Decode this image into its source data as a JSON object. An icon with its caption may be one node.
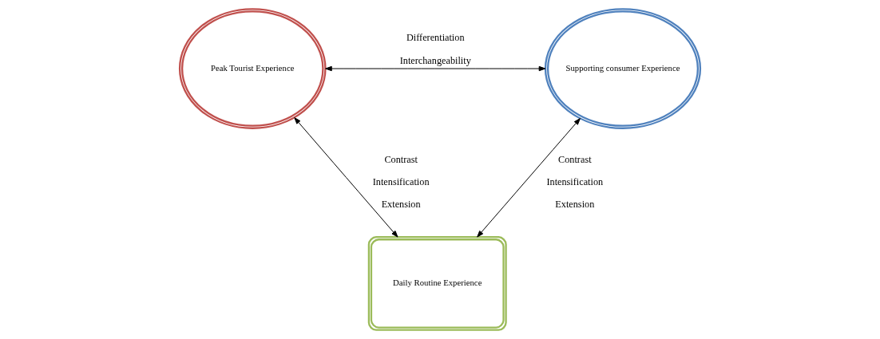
{
  "diagram": {
    "nodes": [
      {
        "text": [
          "Peak Tourist Experience"
        ]
      },
      {
        "text": [
          "Supporting consumer Experience"
        ]
      },
      {
        "text": [
          "Daily Routine Experience"
        ]
      }
    ],
    "edges": [
      {
        "from": 0,
        "to": 1,
        "arrow": "both",
        "label": "Differentiation Interchangeability"
      },
      {
        "from": 0,
        "to": 2,
        "arrow": "both",
        "label": "Contrast Intensification Extension"
      },
      {
        "from": 1,
        "to": 2,
        "arrow": "both",
        "label": "Contrast Intensification Extension"
      }
    ]
  }
}
